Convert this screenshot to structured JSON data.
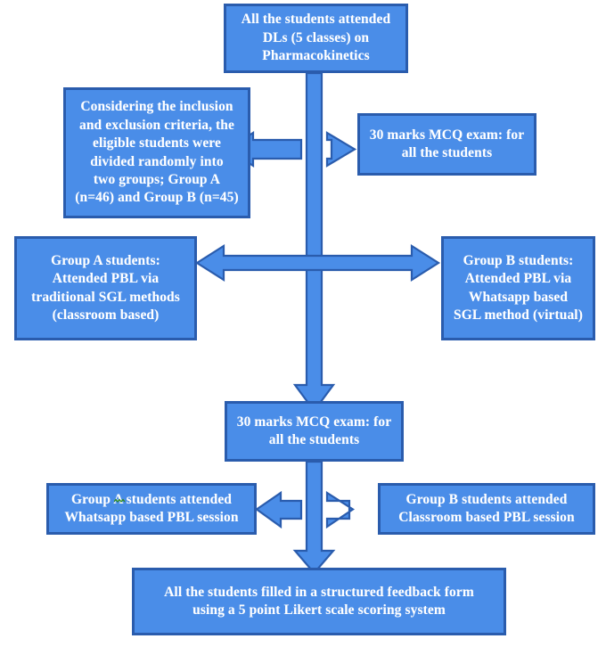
{
  "diagram": {
    "title": "Study design flowchart",
    "background_color": "#ffffff",
    "node_fill_color": "#4a8de8",
    "node_border_color": "#2a5cad",
    "node_text_color": "#ffffff",
    "arrow_fill_color": "#4a8de8",
    "arrow_border_color": "#2a5cad",
    "nodes": [
      {
        "id": "dl",
        "label": "All the students attended\nDLs (5 classes) on\nPharmacokinetics"
      },
      {
        "id": "criteria",
        "label": "Considering the inclusion\nand exclusion criteria, the\neligible students were\ndivided randomly into\ntwo groups; Group A\n(n=46) and Group B (n=45)"
      },
      {
        "id": "mcq-exam-1",
        "label": "30 marks MCQ exam: for\nall the students"
      },
      {
        "id": "group-a-pbl",
        "label": "Group A students:\nAttended PBL via\ntraditional SGL methods\n(classroom based)"
      },
      {
        "id": "group-b-pbl",
        "label": "Group B students:\nAttended PBL via\nWhatsapp based\nSGL method (virtual)"
      },
      {
        "id": "mcq-exam-2",
        "label": "30 marks MCQ exam: for\nall the students"
      },
      {
        "id": "group-a-whatsapp",
        "label": "Group A students attended\nWhatsapp based PBL session"
      },
      {
        "id": "group-b-classroom",
        "label": "Group B students attended\nClassroom based PBL session"
      },
      {
        "id": "feedback",
        "label": "All the students filled in a structured feedback form\nusing a 5 point Likert scale scoring system"
      }
    ],
    "connectors": [
      {
        "id": "down-trunk-1",
        "type": "arrow-down",
        "from": "dl",
        "to": "mcq-exam-2"
      },
      {
        "id": "left-branch-1",
        "type": "arrow-left",
        "to": "criteria"
      },
      {
        "id": "right-branch-1",
        "type": "arrow-right",
        "to": "mcq-exam-1"
      },
      {
        "id": "split-double",
        "type": "arrow-double-horizontal",
        "between": [
          "group-a-pbl",
          "group-b-pbl"
        ]
      },
      {
        "id": "down-trunk-2",
        "type": "arrow-down",
        "from": "mcq-exam-2",
        "to": "feedback"
      },
      {
        "id": "left-branch-2",
        "type": "arrow-left",
        "to": "group-a-whatsapp"
      },
      {
        "id": "right-branch-2",
        "type": "arrow-right",
        "to": "group-b-classroom"
      }
    ]
  }
}
